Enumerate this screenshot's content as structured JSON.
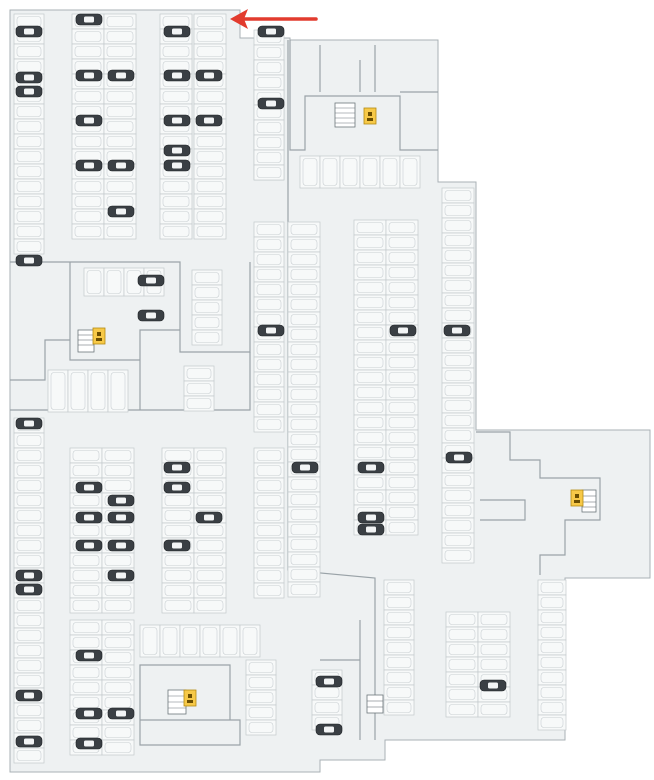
{
  "plan": {
    "kind": "underground parking floor plan",
    "colors": {
      "background": "#ffffff",
      "floor": "#eef1f2",
      "walls": "#9aa3a8",
      "parking_space": "#f7f9f9",
      "occupied_car": "#3a3f44",
      "elevator_marker": "#f7c948",
      "direction_arrow": "#e23b2e"
    },
    "icons": {
      "entry_arrow": "left-arrow-icon",
      "elevator": "elevator-icon",
      "stairs": "stairs-icon",
      "car": "car-icon"
    },
    "elevator_count": 4,
    "stair_count": 5
  }
}
